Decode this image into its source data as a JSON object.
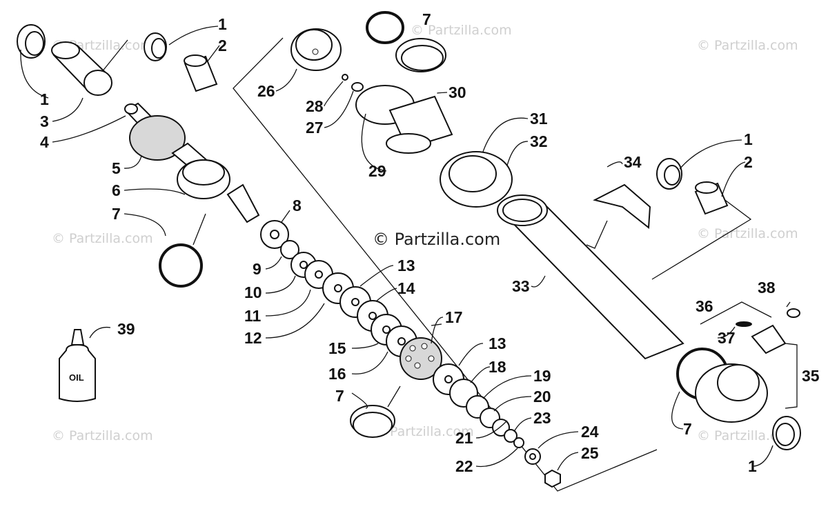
{
  "watermarks": {
    "main": "© Partzilla.com",
    "faint": "© Partzilla.com"
  },
  "bottle_label": "OIL",
  "callouts": {
    "c1a": "1",
    "c2a": "2",
    "c1b": "1",
    "c3": "3",
    "c4": "4",
    "c5": "5",
    "c6": "6",
    "c7a": "7",
    "c7b": "7",
    "c26": "26",
    "c28": "28",
    "c27": "27",
    "c30": "30",
    "c29": "29",
    "c31": "31",
    "c32": "32",
    "c8": "8",
    "c9": "9",
    "c10": "10",
    "c11": "11",
    "c12": "12",
    "c13a": "13",
    "c14": "14",
    "c17": "17",
    "c15": "15",
    "c16": "16",
    "c13b": "13",
    "c18": "18",
    "c7c": "7",
    "c19": "19",
    "c20": "20",
    "c23": "23",
    "c21": "21",
    "c22": "22",
    "c24": "24",
    "c25": "25",
    "c34": "34",
    "c1c": "1",
    "c2b": "2",
    "c33": "33",
    "c36": "36",
    "c38": "38",
    "c37": "37",
    "c35": "35",
    "c7d": "7",
    "c1d": "1",
    "c39": "39"
  }
}
